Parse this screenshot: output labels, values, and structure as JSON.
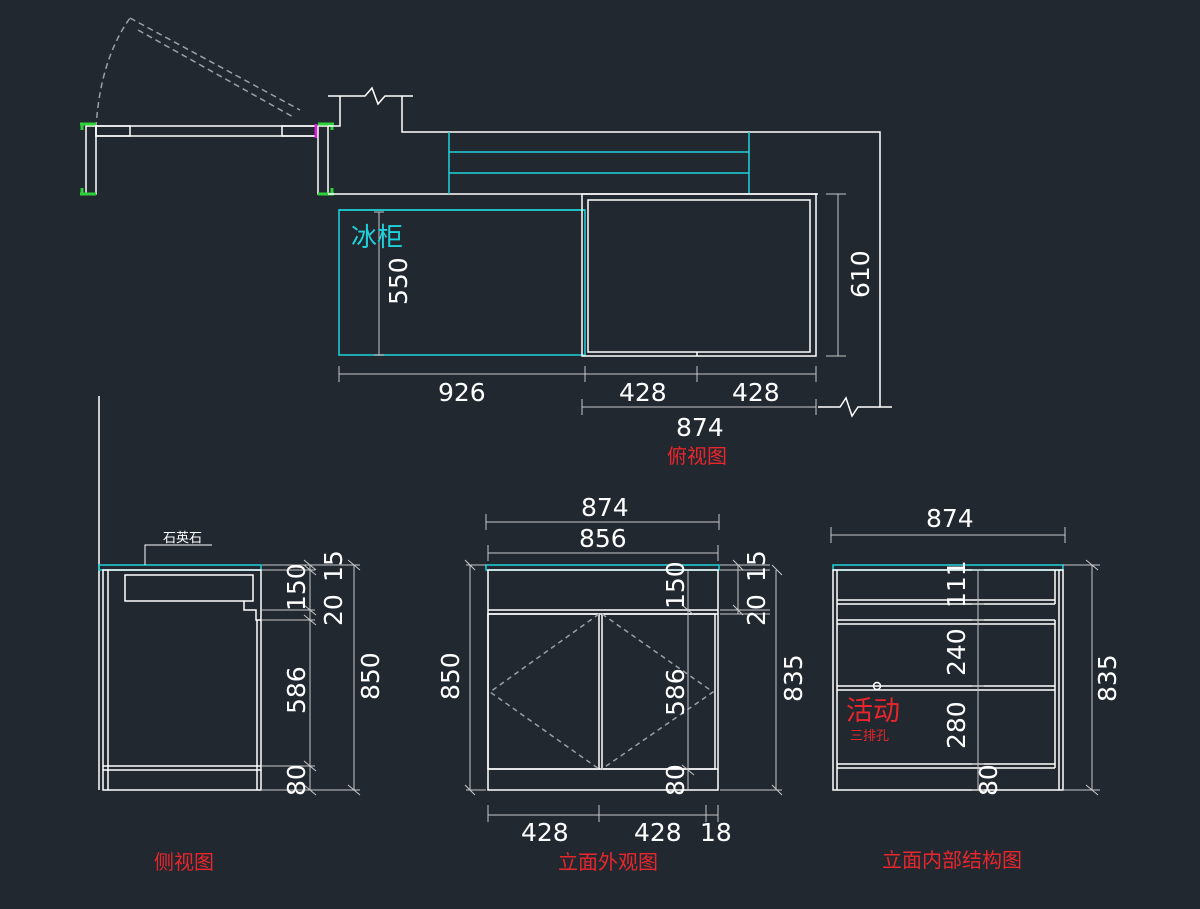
{
  "colors": {
    "background": "#212830",
    "line": "#ffffff",
    "cyan": "#1fd3dc",
    "red": "#e8262b",
    "green": "#2ed13a",
    "dashed": "#9aa0a8",
    "magenta": "#d81ed8"
  },
  "top_view": {
    "title": "俯视图",
    "fridge_label": "冰柜",
    "dims": {
      "d550": "550",
      "d610": "610",
      "d926": "926",
      "d428a": "428",
      "d428b": "428",
      "d874": "874"
    }
  },
  "side_view": {
    "title": "侧视图",
    "material_label": "石英石",
    "dims": {
      "d15": "15",
      "d150": "150",
      "d20": "20",
      "d586": "586",
      "d80": "80",
      "d850": "850"
    }
  },
  "front_view": {
    "title": "立面外观图",
    "dims": {
      "d874": "874",
      "d856": "856",
      "d850": "850",
      "d150": "150",
      "d586": "586",
      "d80": "80",
      "d15": "15",
      "d20": "20",
      "d835": "835",
      "d428a": "428",
      "d428b": "428",
      "d18": "18"
    }
  },
  "inner_view": {
    "title": "立面内部结构图",
    "movable_label": "活动",
    "holes_label": "三排孔",
    "dims": {
      "d874": "874",
      "d111": "111",
      "d240": "240",
      "d280": "280",
      "d80": "80",
      "d835": "835"
    }
  }
}
